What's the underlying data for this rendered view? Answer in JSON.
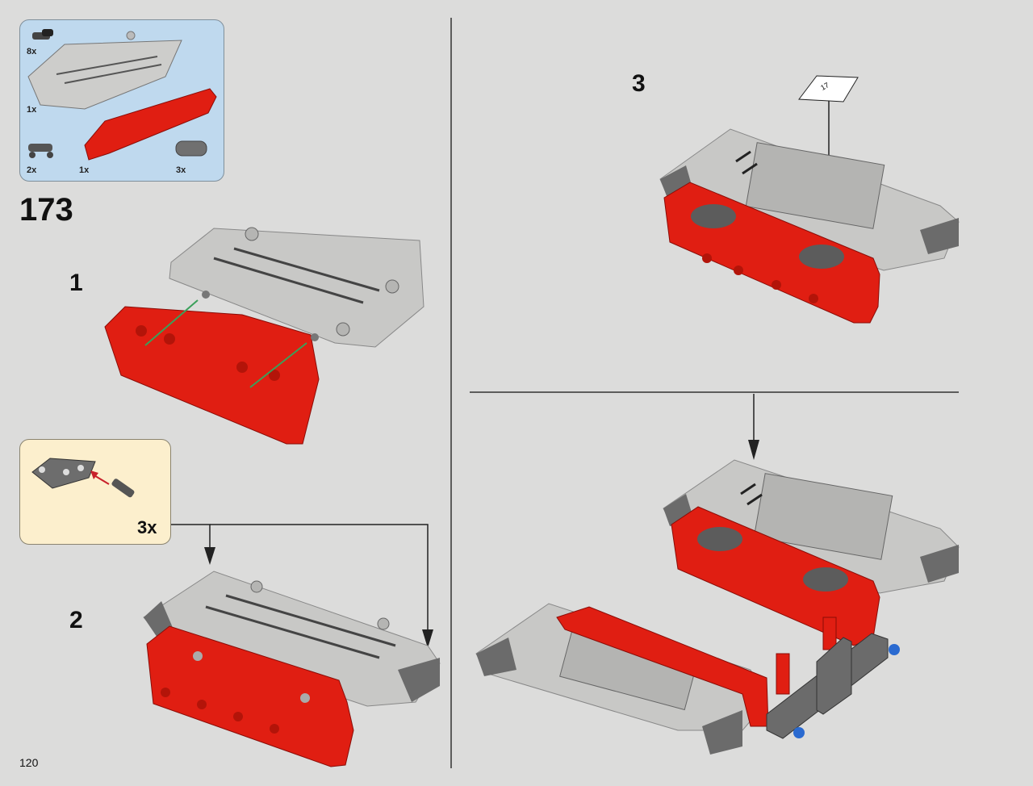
{
  "page_number": "120",
  "step_number": "173",
  "parts_list": [
    {
      "qty": "8x",
      "part": "pin-connector"
    },
    {
      "qty": "1x",
      "part": "gray-panel"
    },
    {
      "qty": "2x",
      "part": "axle-connector"
    },
    {
      "qty": "1x",
      "part": "red-panel"
    },
    {
      "qty": "3x",
      "part": "gray-beam"
    }
  ],
  "substeps": [
    {
      "label": "1"
    },
    {
      "label": "2"
    },
    {
      "label": "3"
    }
  ],
  "subassembly_callout": {
    "qty": "3x"
  },
  "sticker_label": "17",
  "colors": {
    "background": "#dcdcdb",
    "parts_box": "#bfd9ee",
    "callout_box": "#fcefcd",
    "red_part": "#e01e12",
    "gray_part": "#c8c8c6",
    "dark_gray": "#6b6b6b",
    "green_arrow": "#3aa05a",
    "red_arrow": "#c8202a"
  }
}
